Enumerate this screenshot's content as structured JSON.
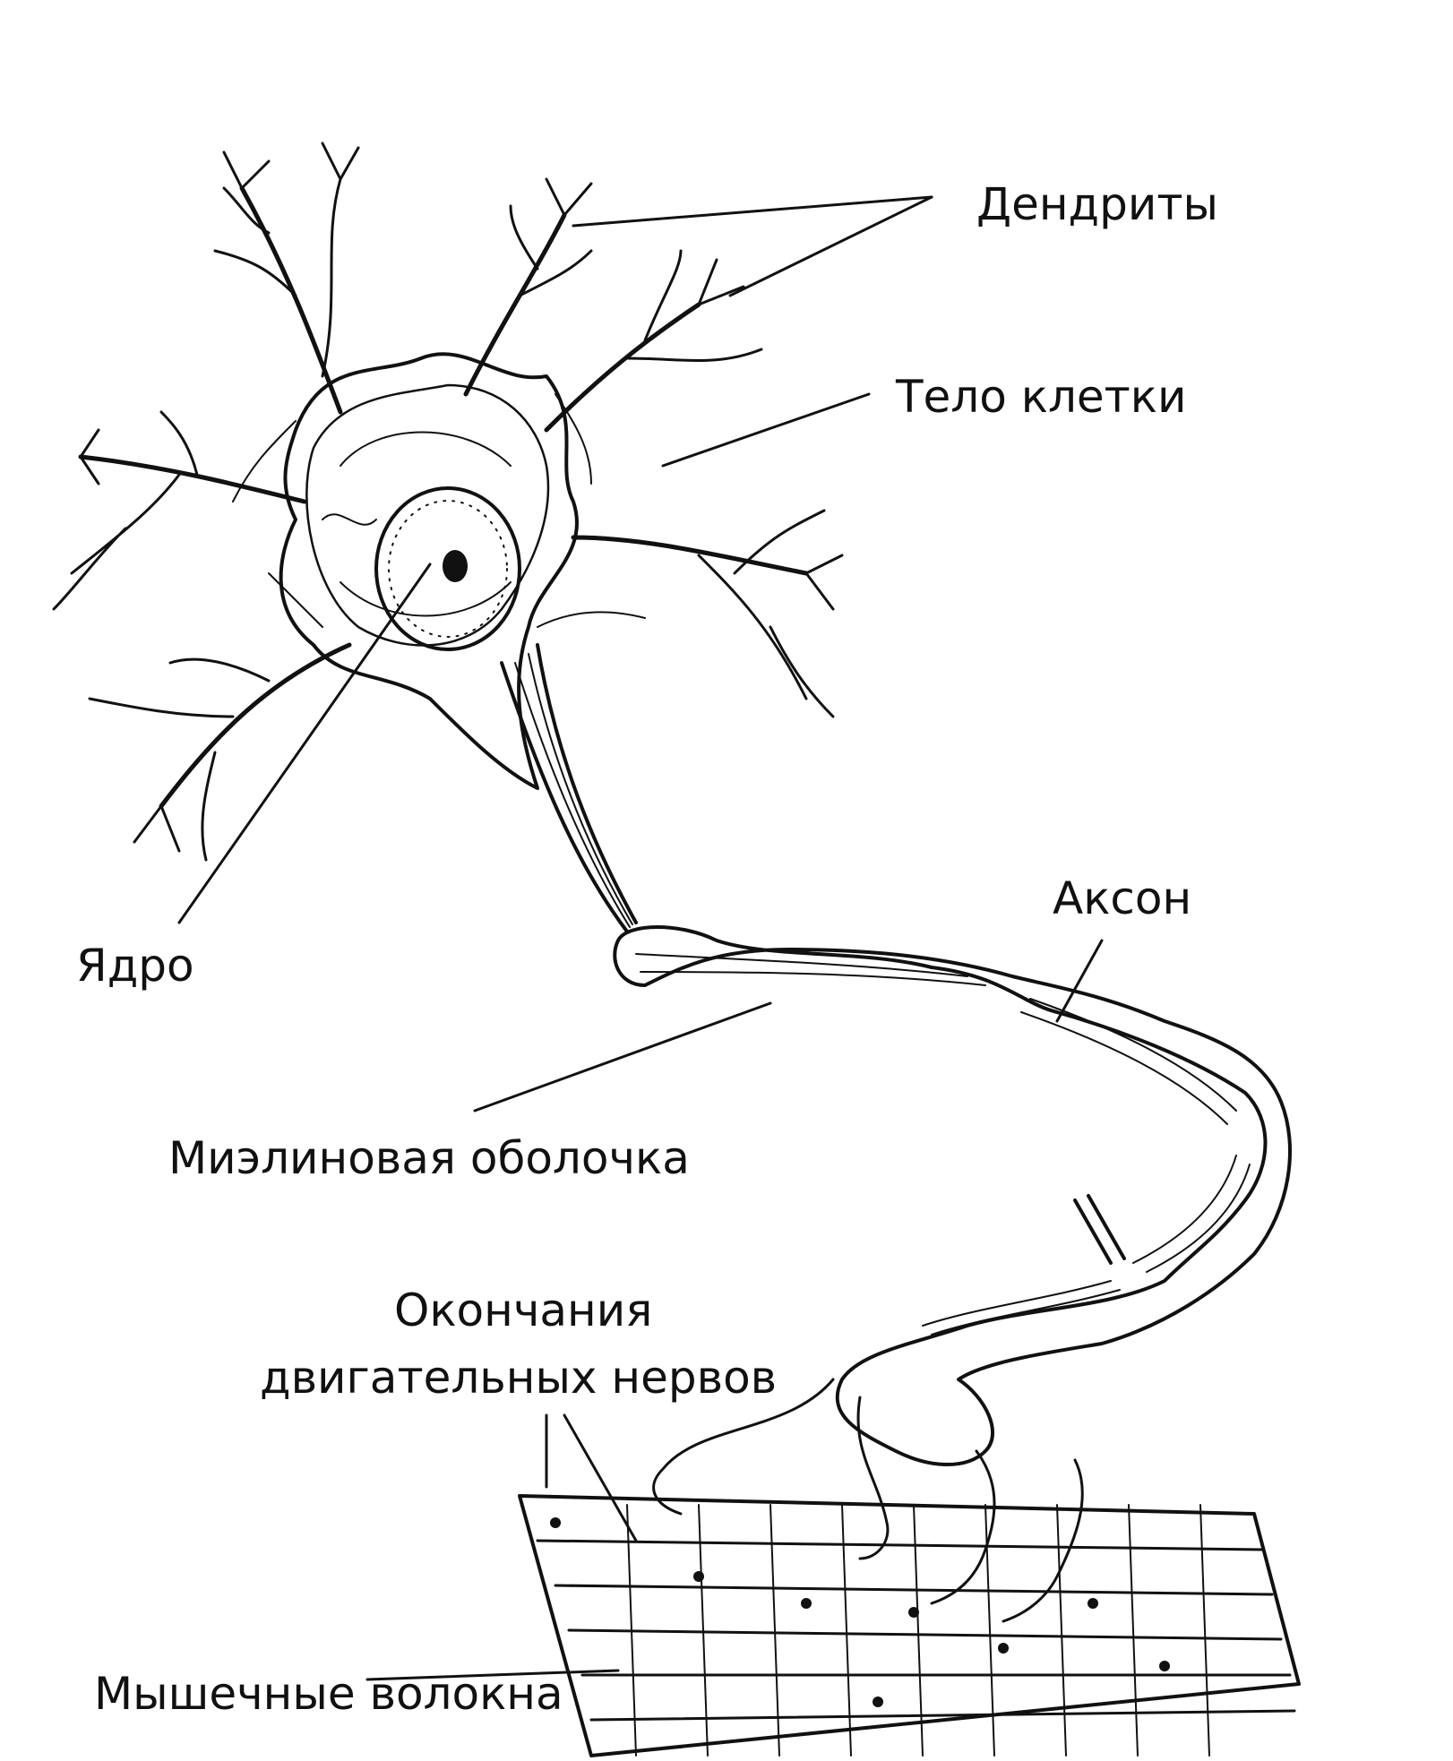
{
  "labels": {
    "dendrites": "Дендриты",
    "cell_body": "Тело клетки",
    "nucleus": "Ядро",
    "axon": "Аксон",
    "myelin_sheath": "Миэлиновая оболочка",
    "motor_endings_line1": "Окончания",
    "motor_endings_line2": "двигательных нервов",
    "muscle_fibers": "Мышечные волокна"
  },
  "colors": {
    "ink": "#111111",
    "paper": "#ffffff"
  }
}
